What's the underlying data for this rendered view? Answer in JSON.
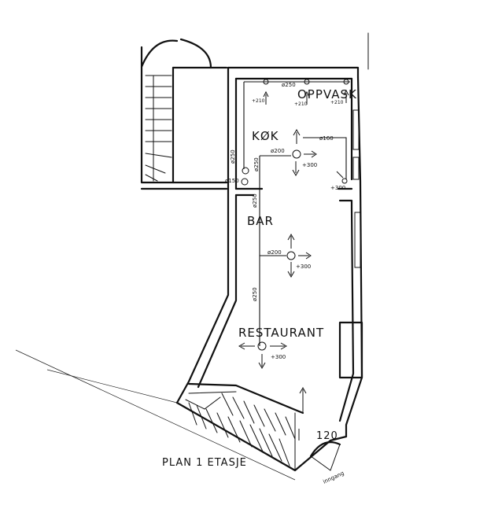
{
  "plan": {
    "title": "PLAN 1 ETASJE",
    "rooms": {
      "oppvask": "OPPVASK",
      "kok": "KØK",
      "bar": "BAR",
      "restaurant": "RESTAURANT"
    },
    "entrance": "inngang",
    "stair_number": "120",
    "duct_labels": {
      "d_top": "ø250",
      "d_kok": "ø160",
      "d_kok2": "ø200",
      "d_vert1": "ø250",
      "d_vert2": "ø250",
      "d_vert3": "ø250",
      "d_left": "ø150",
      "d_bar": "ø200",
      "d_rest_vert": "ø250"
    },
    "heights": {
      "h_oppvask_1": "+210",
      "h_oppvask_2": "+210",
      "h_oppvask_3": "+210",
      "h_kok": "+300",
      "h_kok2": "+300",
      "h_bar": "+300",
      "h_rest": "+300"
    }
  }
}
